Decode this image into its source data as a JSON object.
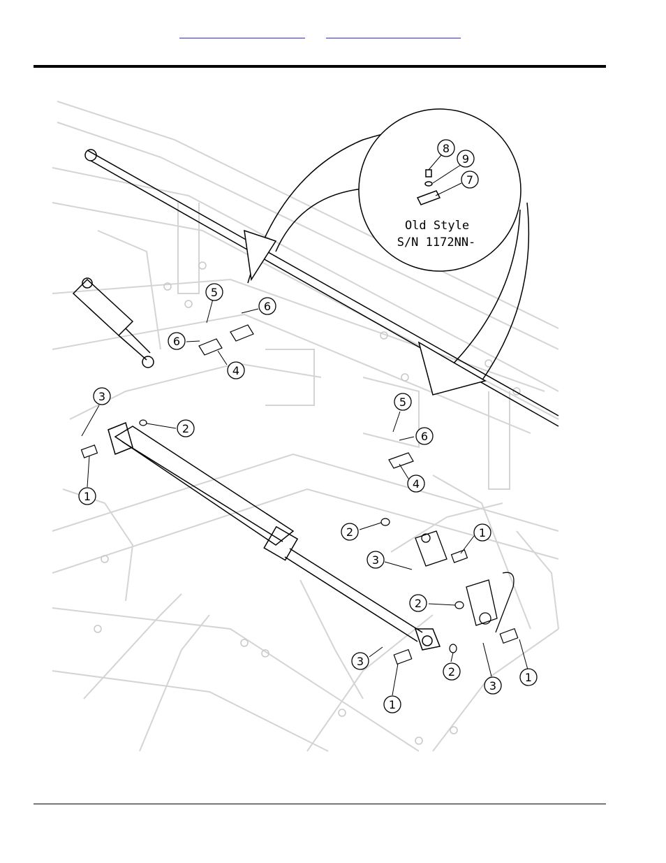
{
  "nav": {
    "link_1": "",
    "link_2": ""
  },
  "inset": {
    "line_1": "Old Style",
    "line_2": "S/N 1172NN-"
  },
  "callouts": [
    {
      "id": "c8",
      "label": "8"
    },
    {
      "id": "c9",
      "label": "9"
    },
    {
      "id": "c7",
      "label": "7"
    },
    {
      "id": "c5a",
      "label": "5"
    },
    {
      "id": "c6a",
      "label": "6"
    },
    {
      "id": "c6b",
      "label": "6"
    },
    {
      "id": "c4a",
      "label": "4"
    },
    {
      "id": "c3a",
      "label": "3"
    },
    {
      "id": "c2a",
      "label": "2"
    },
    {
      "id": "c1a",
      "label": "1"
    },
    {
      "id": "c5b",
      "label": "5"
    },
    {
      "id": "c6c",
      "label": "6"
    },
    {
      "id": "c4b",
      "label": "4"
    },
    {
      "id": "c2b",
      "label": "2"
    },
    {
      "id": "c1b",
      "label": "1"
    },
    {
      "id": "c3b",
      "label": "3"
    },
    {
      "id": "c2c",
      "label": "2"
    },
    {
      "id": "c3c",
      "label": "3"
    },
    {
      "id": "c2d",
      "label": "2"
    },
    {
      "id": "c1c",
      "label": "1"
    },
    {
      "id": "c3d",
      "label": "3"
    },
    {
      "id": "c1d",
      "label": "1"
    }
  ],
  "colors": {
    "link": "#1a1aff",
    "frame_light": "#d8d8d8",
    "line_dark": "#000000"
  }
}
